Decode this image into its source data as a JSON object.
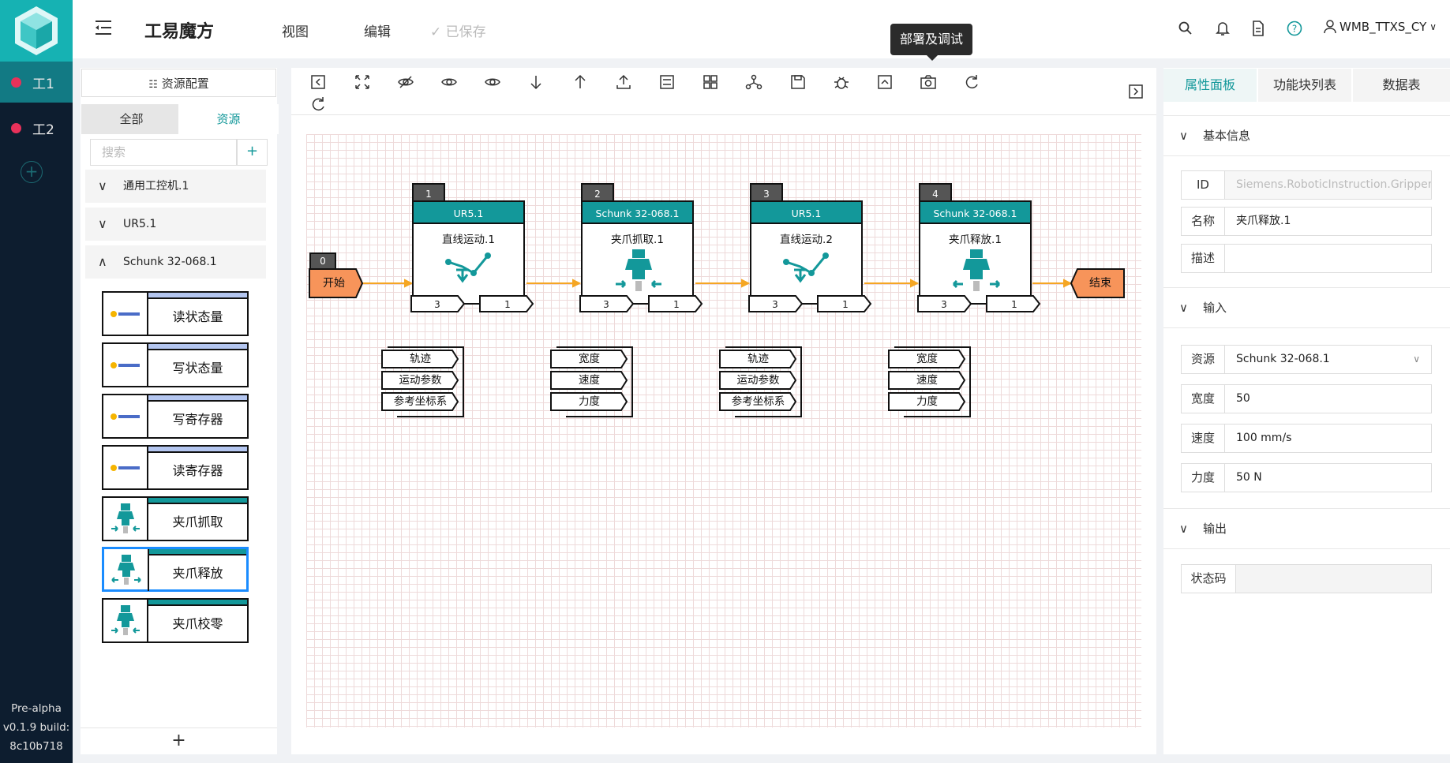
{
  "app": {
    "title": "工易魔方",
    "menu": [
      "视图",
      "编辑"
    ],
    "save_status": "已保存",
    "tooltip": "部署及调试",
    "user": "WMB_TTXS_CY"
  },
  "workspaces": [
    {
      "label": "工1",
      "active": true
    },
    {
      "label": "工2",
      "active": false
    }
  ],
  "version": {
    "line1": "Pre-alpha",
    "line2": "v0.1.9 build:",
    "line3": "8c10b718"
  },
  "left_panel": {
    "config_button": "资源配置",
    "tabs": [
      "全部",
      "资源"
    ],
    "active_tab": "资源",
    "search_placeholder": "搜索",
    "tree": [
      {
        "label": "通用工控机.1",
        "expanded": false
      },
      {
        "label": "UR5.1",
        "expanded": false
      },
      {
        "label": "Schunk 32-068.1",
        "expanded": true
      }
    ],
    "blocks": [
      {
        "label": "读状态量",
        "icon": "robotics-logo-icon"
      },
      {
        "label": "写状态量",
        "icon": "robotics-logo-icon"
      },
      {
        "label": "写寄存器",
        "icon": "robotics-logo-icon"
      },
      {
        "label": "读寄存器",
        "icon": "robotics-logo-icon"
      },
      {
        "label": "夹爪抓取",
        "icon": "gripper-grab-icon"
      },
      {
        "label": "夹爪释放",
        "icon": "gripper-release-icon",
        "selected": true
      },
      {
        "label": "夹爪校零",
        "icon": "gripper-zero-icon"
      }
    ]
  },
  "flow": {
    "start": {
      "num": "0",
      "label": "开始"
    },
    "end": {
      "label": "结束"
    },
    "nodes": [
      {
        "num": "1",
        "device": "UR5.1",
        "title": "直线运动.1",
        "left_port": "3",
        "right_port": "1",
        "params": [
          "轨迹",
          "运动参数",
          "参考坐标系"
        ]
      },
      {
        "num": "2",
        "device": "Schunk 32-068.1",
        "title": "夹爪抓取.1",
        "left_port": "3",
        "right_port": "1",
        "params": [
          "宽度",
          "速度",
          "力度"
        ]
      },
      {
        "num": "3",
        "device": "UR5.1",
        "title": "直线运动.2",
        "left_port": "3",
        "right_port": "1",
        "params": [
          "轨迹",
          "运动参数",
          "参考坐标系"
        ]
      },
      {
        "num": "4",
        "device": "Schunk 32-068.1",
        "title": "夹爪释放.1",
        "left_port": "3",
        "right_port": "1",
        "params": [
          "宽度",
          "速度",
          "力度"
        ]
      }
    ]
  },
  "right_panel": {
    "tabs": [
      "属性面板",
      "功能块列表",
      "数据表"
    ],
    "active_tab": "属性面板",
    "basic": {
      "section": "基本信息",
      "id_label": "ID",
      "id_value": "Siemens.RoboticInstruction.Gripper.GripperC",
      "name_label": "名称",
      "name_value": "夹爪释放.1",
      "desc_label": "描述",
      "desc_value": ""
    },
    "input": {
      "section": "输入",
      "rows": [
        {
          "label": "资源",
          "value": "Schunk 32-068.1"
        },
        {
          "label": "宽度",
          "value": "50"
        },
        {
          "label": "速度",
          "value": "100 mm/s"
        },
        {
          "label": "力度",
          "value": "50 N"
        }
      ]
    },
    "output": {
      "section": "输出",
      "status_label": "状态码",
      "status_value": ""
    }
  },
  "colors": {
    "teal": "#13989a",
    "dark": "#0d1d2f",
    "orange": "#f7945a",
    "accent_red": "#e8315a"
  }
}
